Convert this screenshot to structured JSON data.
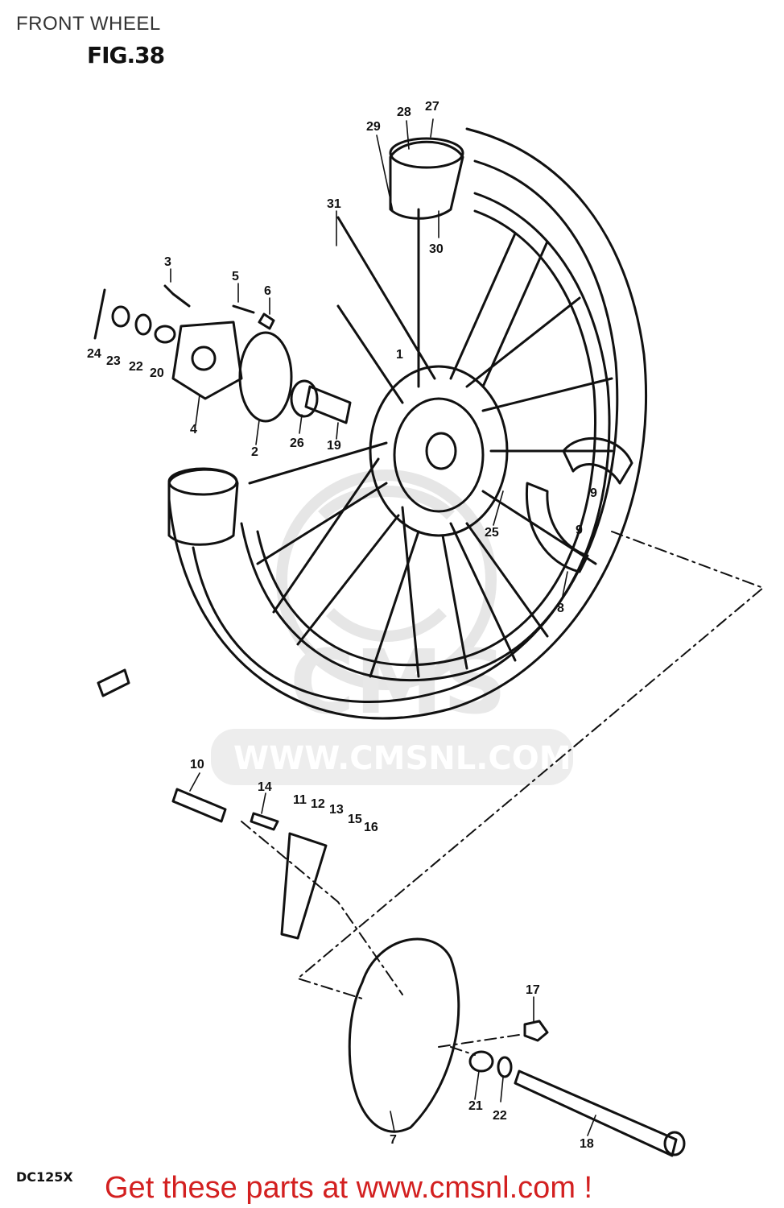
{
  "header": {
    "title": "FRONT WHEEL",
    "figure": "FIG.38"
  },
  "model_code": "DC125X",
  "watermark": {
    "brand": "CMS",
    "url": "WWW.CMSNL.COM"
  },
  "cta": {
    "text": "Get these parts at www.cmsnl.com !"
  },
  "callouts": [
    "1",
    "2",
    "3",
    "4",
    "5",
    "6",
    "7",
    "8",
    "9",
    "9",
    "10",
    "11",
    "12",
    "13",
    "14",
    "15",
    "16",
    "17",
    "18",
    "19",
    "20",
    "21",
    "22",
    "22",
    "23",
    "24",
    "25",
    "26",
    "27",
    "28",
    "29",
    "30",
    "31"
  ],
  "colors": {
    "ink": "#111111",
    "cta": "#d32020",
    "watermark": "#e6e6e6"
  }
}
